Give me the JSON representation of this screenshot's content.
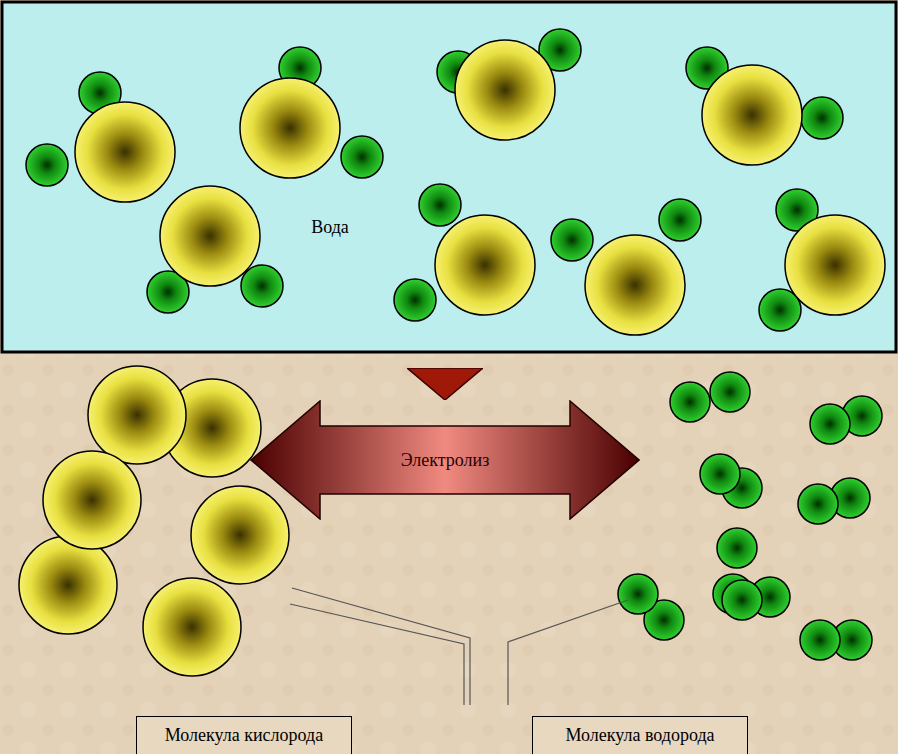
{
  "diagram": {
    "nodes": [
      {
        "text": [
          "Вода"
        ]
      },
      {
        "text": [
          "Электролиз"
        ]
      },
      {
        "text": [
          "Молекула кислорода"
        ]
      },
      {
        "text": [
          "Молекула водорода"
        ]
      }
    ],
    "edges": [
      {
        "from": 0,
        "to": 1,
        "arrow": "to"
      }
    ]
  }
}
